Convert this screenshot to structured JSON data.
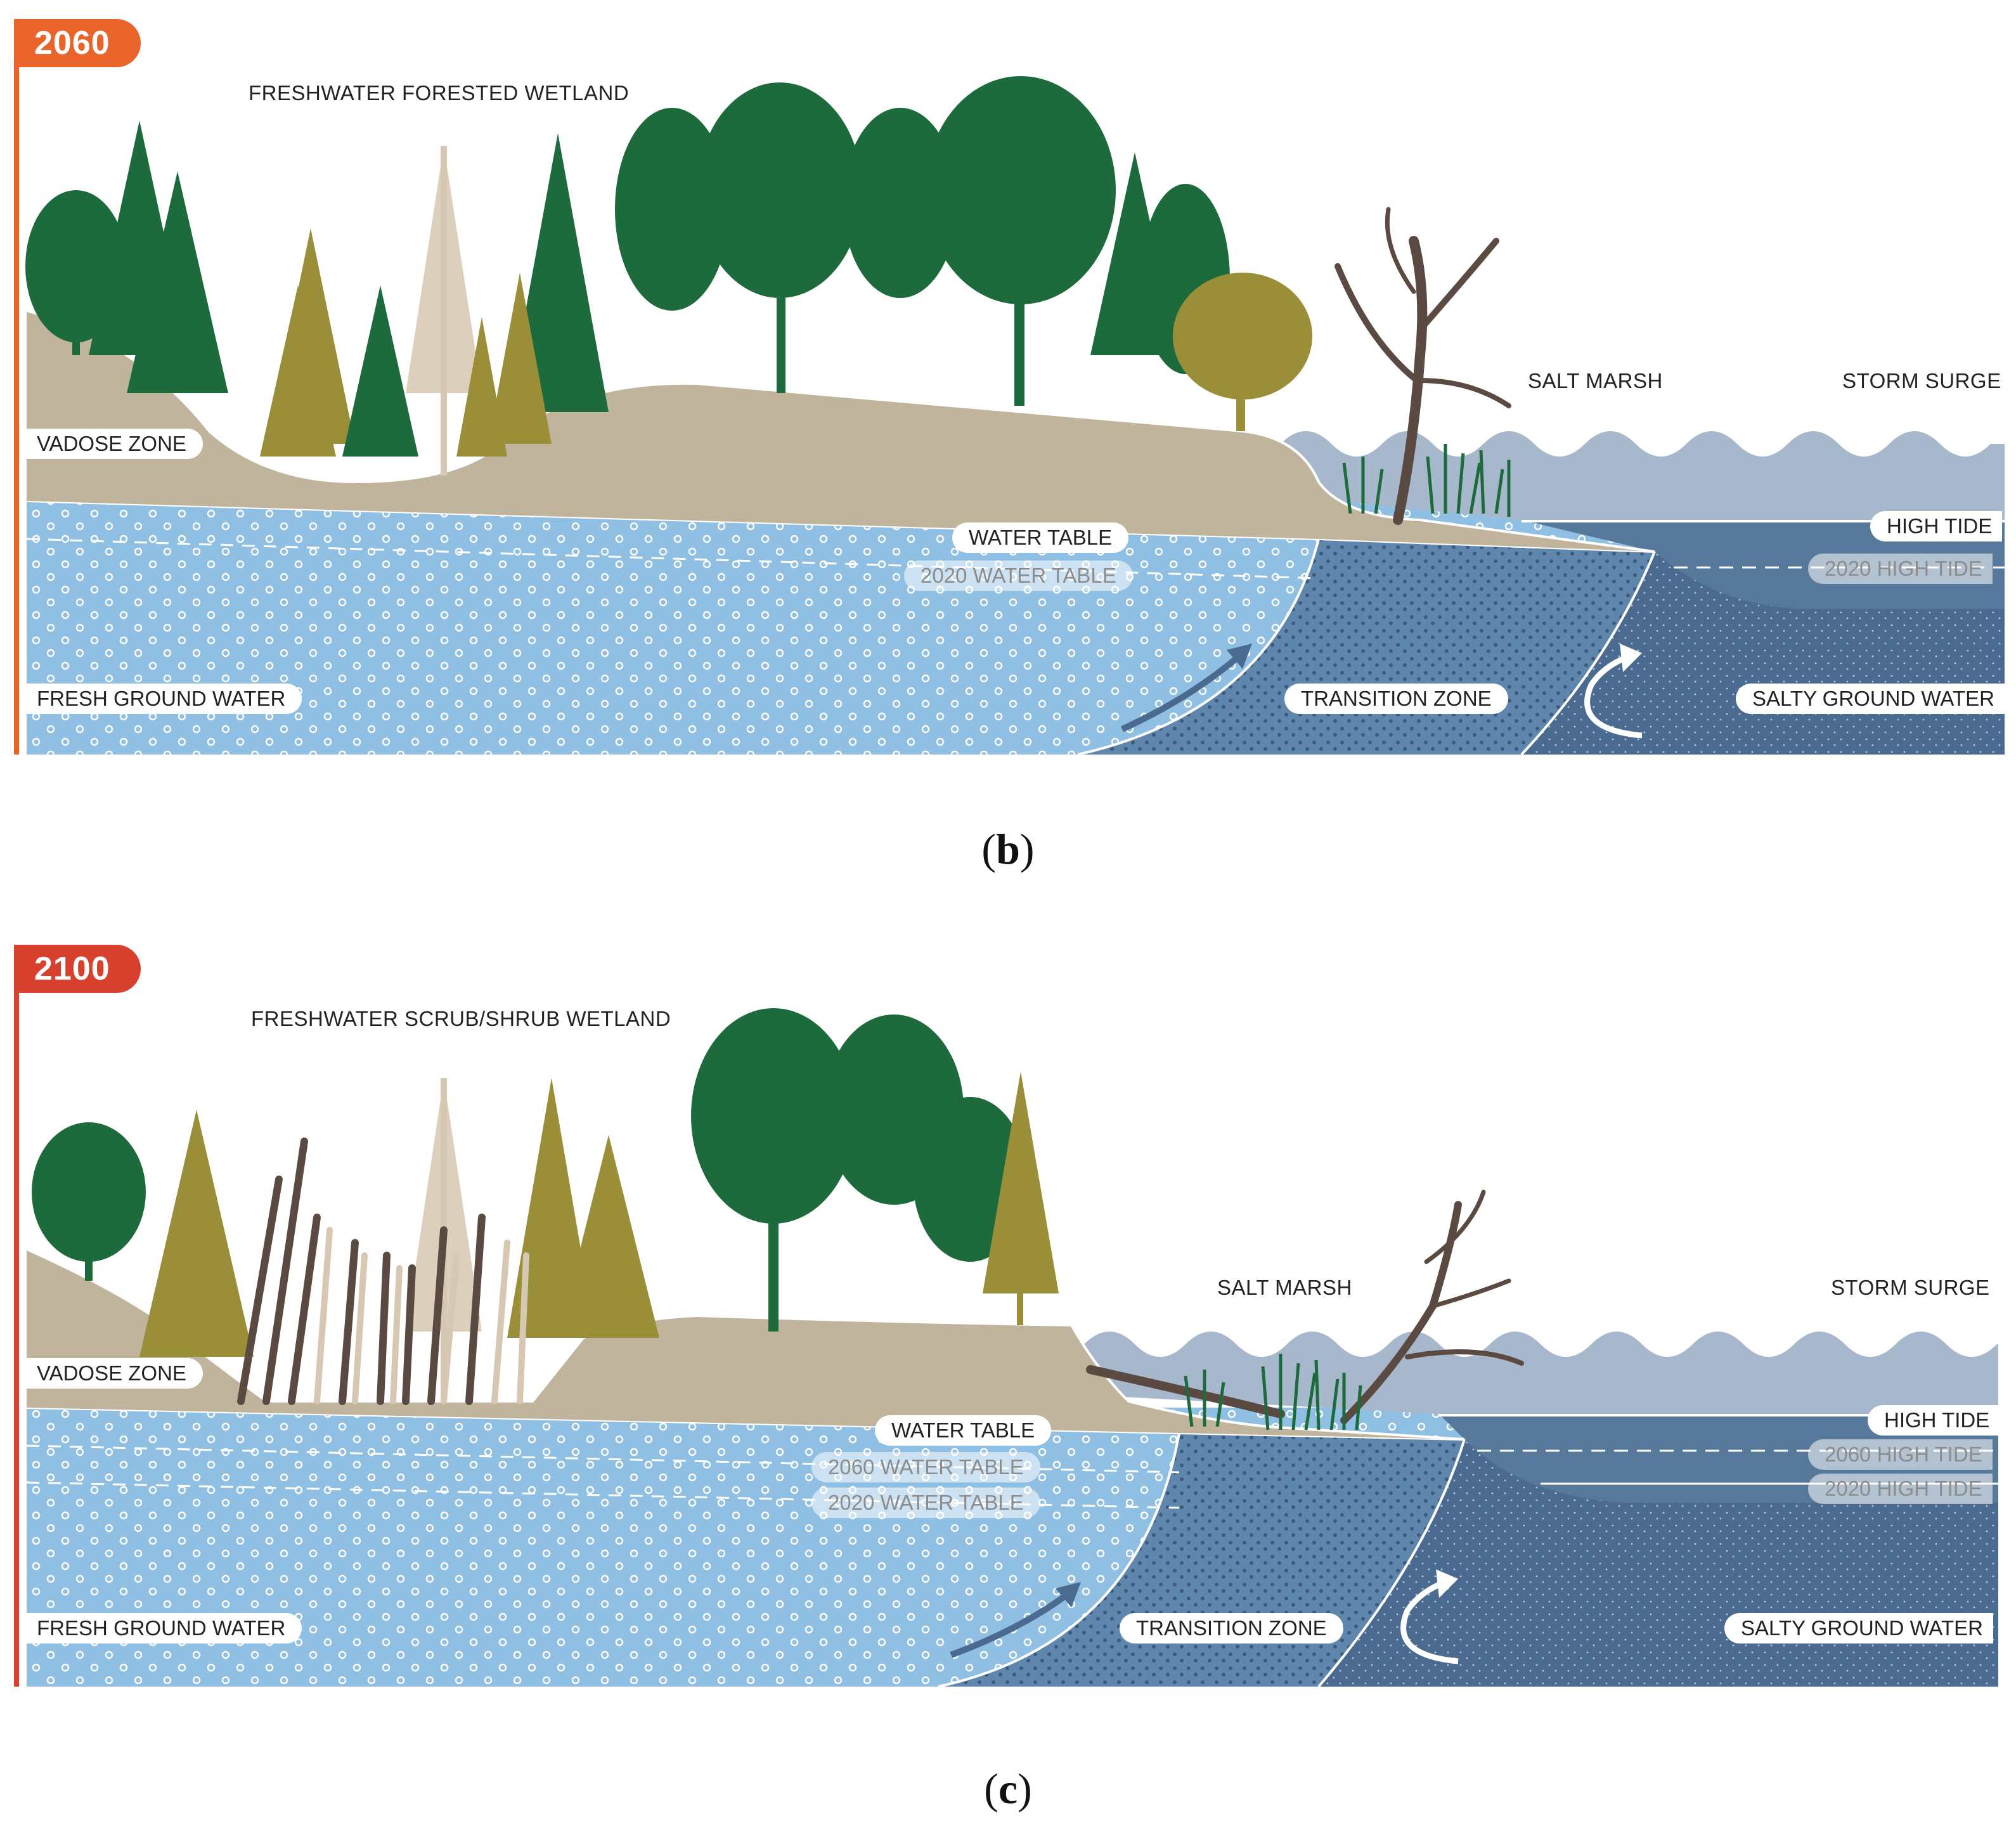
{
  "panels": [
    {
      "year": "2060",
      "year_color": "#e8642a",
      "caption_letter": "b",
      "wetland_label": "FRESHWATER FORESTED WETLAND",
      "salt_marsh": "SALT MARSH",
      "storm_surge": "STORM SURGE",
      "vadose_zone": "VADOSE ZONE",
      "water_table": "WATER TABLE",
      "old_water_tables": [
        "2020 WATER TABLE"
      ],
      "high_tide": "HIGH TIDE",
      "old_high_tides": [
        "2020 HIGH TIDE"
      ],
      "fresh_ground_water": "FRESH GROUND WATER",
      "transition_zone": "TRANSITION ZONE",
      "salty_ground_water": "SALTY GROUND WATER"
    },
    {
      "year": "2100",
      "year_color": "#d8402e",
      "caption_letter": "c",
      "wetland_label": "FRESHWATER SCRUB/SHRUB WETLAND",
      "salt_marsh": "SALT MARSH",
      "storm_surge": "STORM SURGE",
      "vadose_zone": "VADOSE ZONE",
      "water_table": "WATER TABLE",
      "old_water_tables": [
        "2060 WATER TABLE",
        "2020 WATER TABLE"
      ],
      "high_tide": "HIGH TIDE",
      "old_high_tides": [
        "2060 HIGH TIDE",
        "2020 HIGH TIDE"
      ],
      "fresh_ground_water": "FRESH GROUND WATER",
      "transition_zone": "TRANSITION ZONE",
      "salty_ground_water": "SALTY GROUND WATER"
    }
  ],
  "colors": {
    "fresh_water": "#8fbfe3",
    "transition": "#5f86ad",
    "salty": "#4a6b8f",
    "sea": "#56789a",
    "storm": "#a7b8cc",
    "soil": "#c0b49d",
    "tree_dark": "#1d6b3c",
    "tree_olive": "#9a8f38",
    "tree_pale": "#d6c8b2",
    "snag": "#5a4a42"
  }
}
